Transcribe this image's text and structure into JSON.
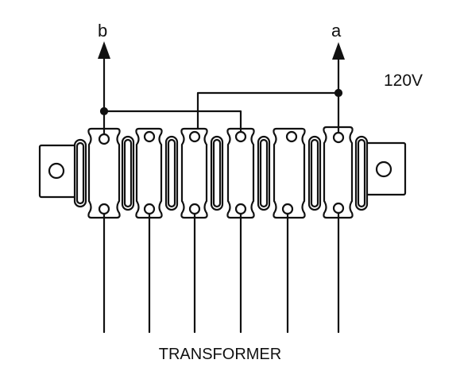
{
  "diagram": {
    "terminal_b_label": "b",
    "terminal_a_label": "a",
    "voltage_label": "120V",
    "caption": "TRANSFORMER",
    "terminal_strip_count": 6
  },
  "colors": {
    "ink": "#111111",
    "background": "#ffffff"
  }
}
